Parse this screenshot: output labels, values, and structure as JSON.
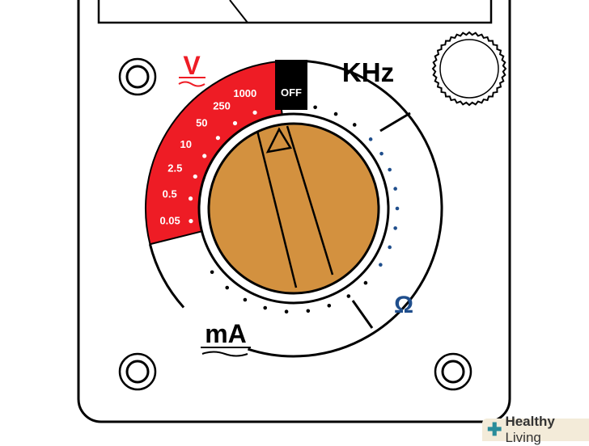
{
  "labels": {
    "voltage": "V",
    "off": "OFF",
    "khz": "KHz",
    "ohm": "Ω",
    "milliamp": "mA"
  },
  "voltage_ranges": [
    "1000",
    "250",
    "50",
    "10",
    "2.5",
    "0.5",
    "0.05"
  ],
  "watermark": {
    "bold": "Healthy",
    "regular": "Living"
  },
  "colors": {
    "red": "#ee1c25",
    "knob": "#d3913f",
    "blue": "#1f4e8c"
  }
}
